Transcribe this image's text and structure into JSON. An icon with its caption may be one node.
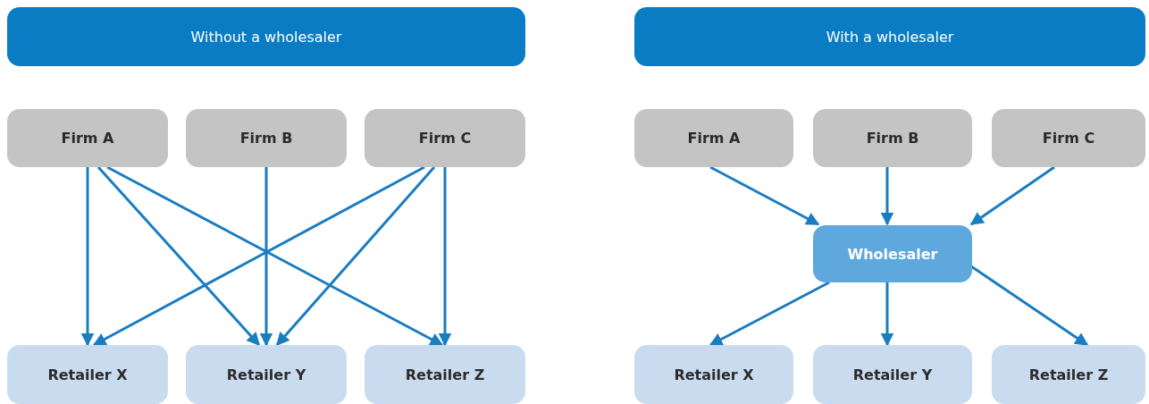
{
  "diagram": {
    "nodes": [
      {
        "text": [
          "Without a wholesaler"
        ]
      },
      {
        "text": [
          "Firm A"
        ]
      },
      {
        "text": [
          "Firm B"
        ]
      },
      {
        "text": [
          "Firm C"
        ]
      },
      {
        "text": [
          "Retailer X"
        ]
      },
      {
        "text": [
          "Retailer Y"
        ]
      },
      {
        "text": [
          "Retailer Z"
        ]
      },
      {
        "text": [
          "With a wholesaler"
        ]
      },
      {
        "text": [
          "Firm A"
        ]
      },
      {
        "text": [
          "Firm B"
        ]
      },
      {
        "text": [
          "Firm C"
        ]
      },
      {
        "text": [
          "Wholesaler"
        ]
      },
      {
        "text": [
          "Retailer X"
        ]
      },
      {
        "text": [
          "Retailer Y"
        ]
      },
      {
        "text": [
          "Retailer Z"
        ]
      }
    ],
    "edges": [
      {
        "from": 1,
        "to": 4,
        "arrow": "to"
      },
      {
        "from": 1,
        "to": 5,
        "arrow": "to"
      },
      {
        "from": 1,
        "to": 6,
        "arrow": "to"
      },
      {
        "from": 2,
        "to": 5,
        "arrow": "to"
      },
      {
        "from": 3,
        "to": 4,
        "arrow": "to"
      },
      {
        "from": 3,
        "to": 5,
        "arrow": "to"
      },
      {
        "from": 3,
        "to": 6,
        "arrow": "to"
      },
      {
        "from": 8,
        "to": 11,
        "arrow": "to"
      },
      {
        "from": 9,
        "to": 11,
        "arrow": "to"
      },
      {
        "from": 10,
        "to": 11,
        "arrow": "to"
      },
      {
        "from": 11,
        "to": 12,
        "arrow": "to"
      },
      {
        "from": 11,
        "to": 13,
        "arrow": "to"
      },
      {
        "from": 11,
        "to": 14,
        "arrow": "to"
      }
    ]
  }
}
